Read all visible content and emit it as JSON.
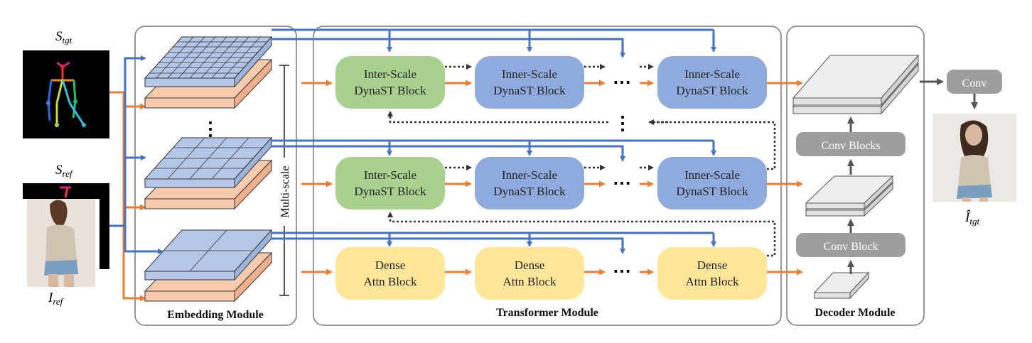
{
  "inputs": {
    "s_tgt_label": "S",
    "s_tgt_sub": "tgt",
    "s_ref_label": "S",
    "s_ref_sub": "ref",
    "i_ref_label": "I",
    "i_ref_sub": "ref"
  },
  "output": {
    "label": "Î",
    "sub": "tgt"
  },
  "modules": {
    "embedding": "Embedding Module",
    "transformer": "Transformer Module",
    "decoder": "Decoder Module"
  },
  "embedding": {
    "multiscale_label": "Multi-scale",
    "vertical_dots": "⋮"
  },
  "transformer": {
    "row1": {
      "b1": [
        "Inter-Scale",
        "DynaST Block"
      ],
      "b2": [
        "Inner-Scale",
        "DynaST Block"
      ],
      "b3": [
        "Inner-Scale",
        "DynaST Block"
      ]
    },
    "row2": {
      "b1": [
        "Inter-Scale",
        "DynaST Block"
      ],
      "b2": [
        "Inner-Scale",
        "DynaST Block"
      ],
      "b3": [
        "Inner-Scale",
        "DynaST Block"
      ]
    },
    "row3": {
      "b1": [
        "Dense",
        "Attn Block"
      ],
      "b2": [
        "Dense",
        "Attn Block"
      ],
      "b3": [
        "Dense",
        "Attn Block"
      ]
    },
    "ellipsis": "⋯",
    "vertical_dots": "⋮"
  },
  "decoder": {
    "conv_block": "Conv Block",
    "conv_blocks": "Conv Blocks",
    "conv": "Conv"
  },
  "colors": {
    "blue_arrow": "#4472C4",
    "orange_arrow": "#ED7D31",
    "green_block": "#A9D18E",
    "blue_block": "#8FAADC",
    "yellow_block": "#FFE699",
    "gray_block": "#9E9E9E",
    "grid_blue": "#B4C7E7",
    "grid_orange": "#F8CBAD"
  }
}
